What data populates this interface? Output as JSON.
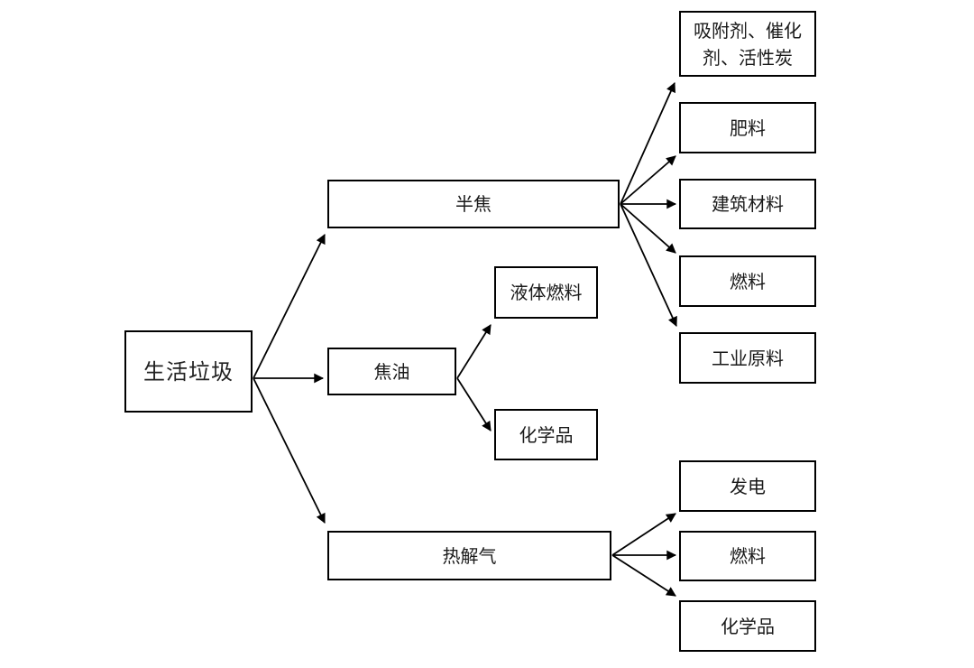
{
  "diagram": {
    "title": "household-waste-pyrolysis-products-flowchart",
    "root": {
      "label": "生活垃圾"
    },
    "branches": [
      {
        "label": "半焦",
        "outputs": [
          {
            "label": "吸附剂、催化剂、活性炭"
          },
          {
            "label": "肥料"
          },
          {
            "label": "建筑材料"
          },
          {
            "label": "燃料"
          },
          {
            "label": "工业原料"
          }
        ]
      },
      {
        "label": "焦油",
        "outputs": [
          {
            "label": "液体燃料"
          },
          {
            "label": "化学品"
          }
        ]
      },
      {
        "label": "热解气",
        "outputs": [
          {
            "label": "发电"
          },
          {
            "label": "燃料"
          },
          {
            "label": "化学品"
          }
        ]
      }
    ],
    "colors": {
      "background": "#ffffff",
      "line": "#000000",
      "box_border": "#000000",
      "box_fill": "#ffffff",
      "text": "#1a1a1a"
    }
  }
}
